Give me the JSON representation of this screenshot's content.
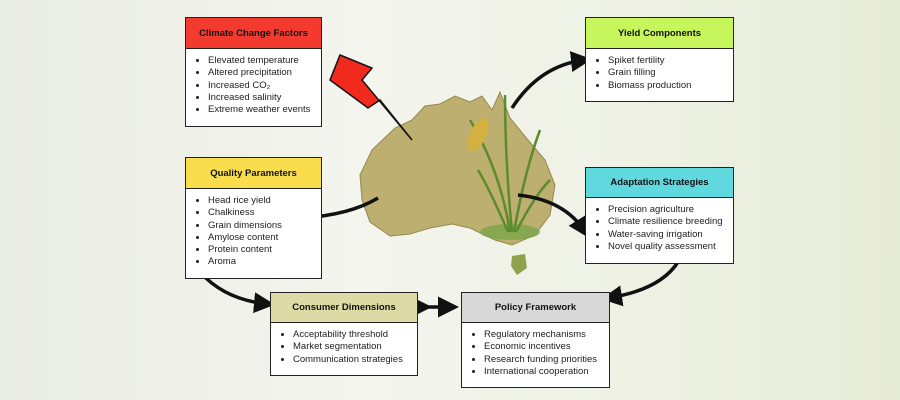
{
  "boxes": {
    "climate": {
      "title": "Climate Change Factors",
      "color": "#f23a2e",
      "items": [
        "Elevated temperature",
        "Altered precipitation",
        "Increased CO₂",
        "Increased salinity",
        "Extreme weather events"
      ]
    },
    "yield": {
      "title": "Yield Components",
      "color": "#c6f55c",
      "items": [
        "Spiket fertility",
        "Grain filling",
        "Biomass production"
      ]
    },
    "quality": {
      "title": "Quality Parameters",
      "color": "#f9dd4c",
      "items": [
        "Head rice yield",
        "Chalkiness",
        "Grain dimensions",
        "Amylose content",
        "Protein content",
        "Aroma"
      ]
    },
    "adaptation": {
      "title": "Adaptation Strategies",
      "color": "#5fd8de",
      "items": [
        "Precision agriculture",
        "Climate resilience breeding",
        "Water-saving irrigation",
        "Novel quality assessment"
      ]
    },
    "consumer": {
      "title": "Consumer Dimensions",
      "color": "#dedaa6",
      "items": [
        "Acceptability threshold",
        "Market segmentation",
        "Communication strategies"
      ]
    },
    "policy": {
      "title": "Policy Framework",
      "color": "#d8d8d8",
      "items": [
        "Regulatory mechanisms",
        "Economic incentives",
        "Research funding priorities",
        "International cooperation"
      ]
    }
  }
}
